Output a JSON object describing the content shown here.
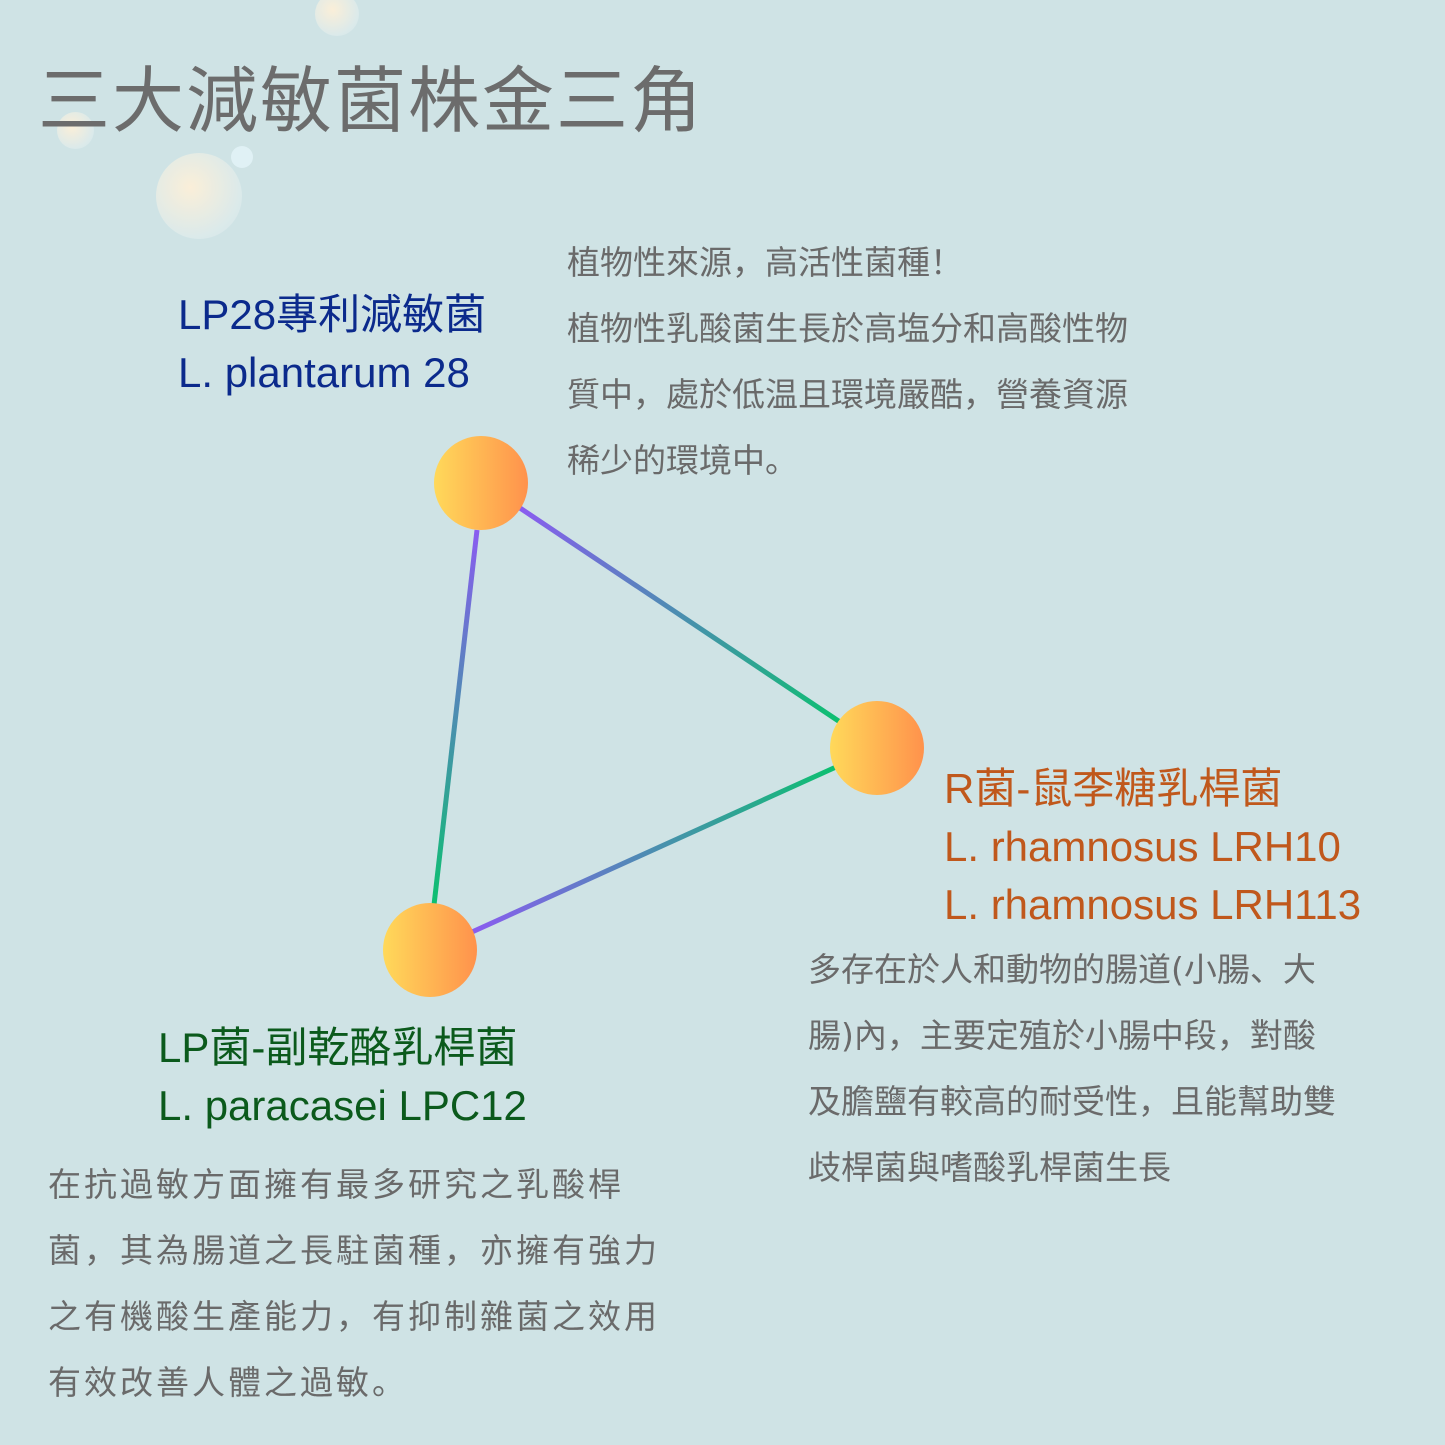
{
  "title": "三大減敏菌株金三角",
  "colors": {
    "background": "#cfe3e5",
    "title": "#6c6c6c",
    "lp28": "#0b2a8c",
    "rhamnosus": "#c0581c",
    "paracasei": "#0b5a1c",
    "node_start": "#ffd95a",
    "node_end": "#ff924c",
    "line_a": "#8a5cf0",
    "line_b": "#0cc070"
  },
  "lp28": {
    "name": "LP28專利減敏菌",
    "latin": "L. plantarum 28",
    "desc": [
      "植物性來源，高活性菌種！",
      "植物性乳酸菌生長於高塩分和高酸性物",
      "質中，處於低温且環境嚴酷，營養資源",
      "稀少的環境中。"
    ]
  },
  "rhamnosus": {
    "name": "R菌-鼠李糖乳桿菌",
    "latin1": "L. rhamnosus LRH10",
    "latin2": "L. rhamnosus LRH113",
    "desc": [
      "多存在於人和動物的腸道(小腸、大",
      "腸)內，主要定殖於小腸中段，對酸",
      "及膽鹽有較高的耐受性，且能幫助雙",
      "歧桿菌與嗜酸乳桿菌生長"
    ]
  },
  "paracasei": {
    "name": "LP菌-副乾酪乳桿菌",
    "latin": "L. paracasei LPC12",
    "desc": [
      "在抗過敏方面擁有最多研究之乳酸桿",
      "菌，其為腸道之長駐菌種，亦擁有強力",
      "之有機酸生產能力，有抑制雜菌之效用",
      "有效改善人體之過敏。"
    ]
  }
}
